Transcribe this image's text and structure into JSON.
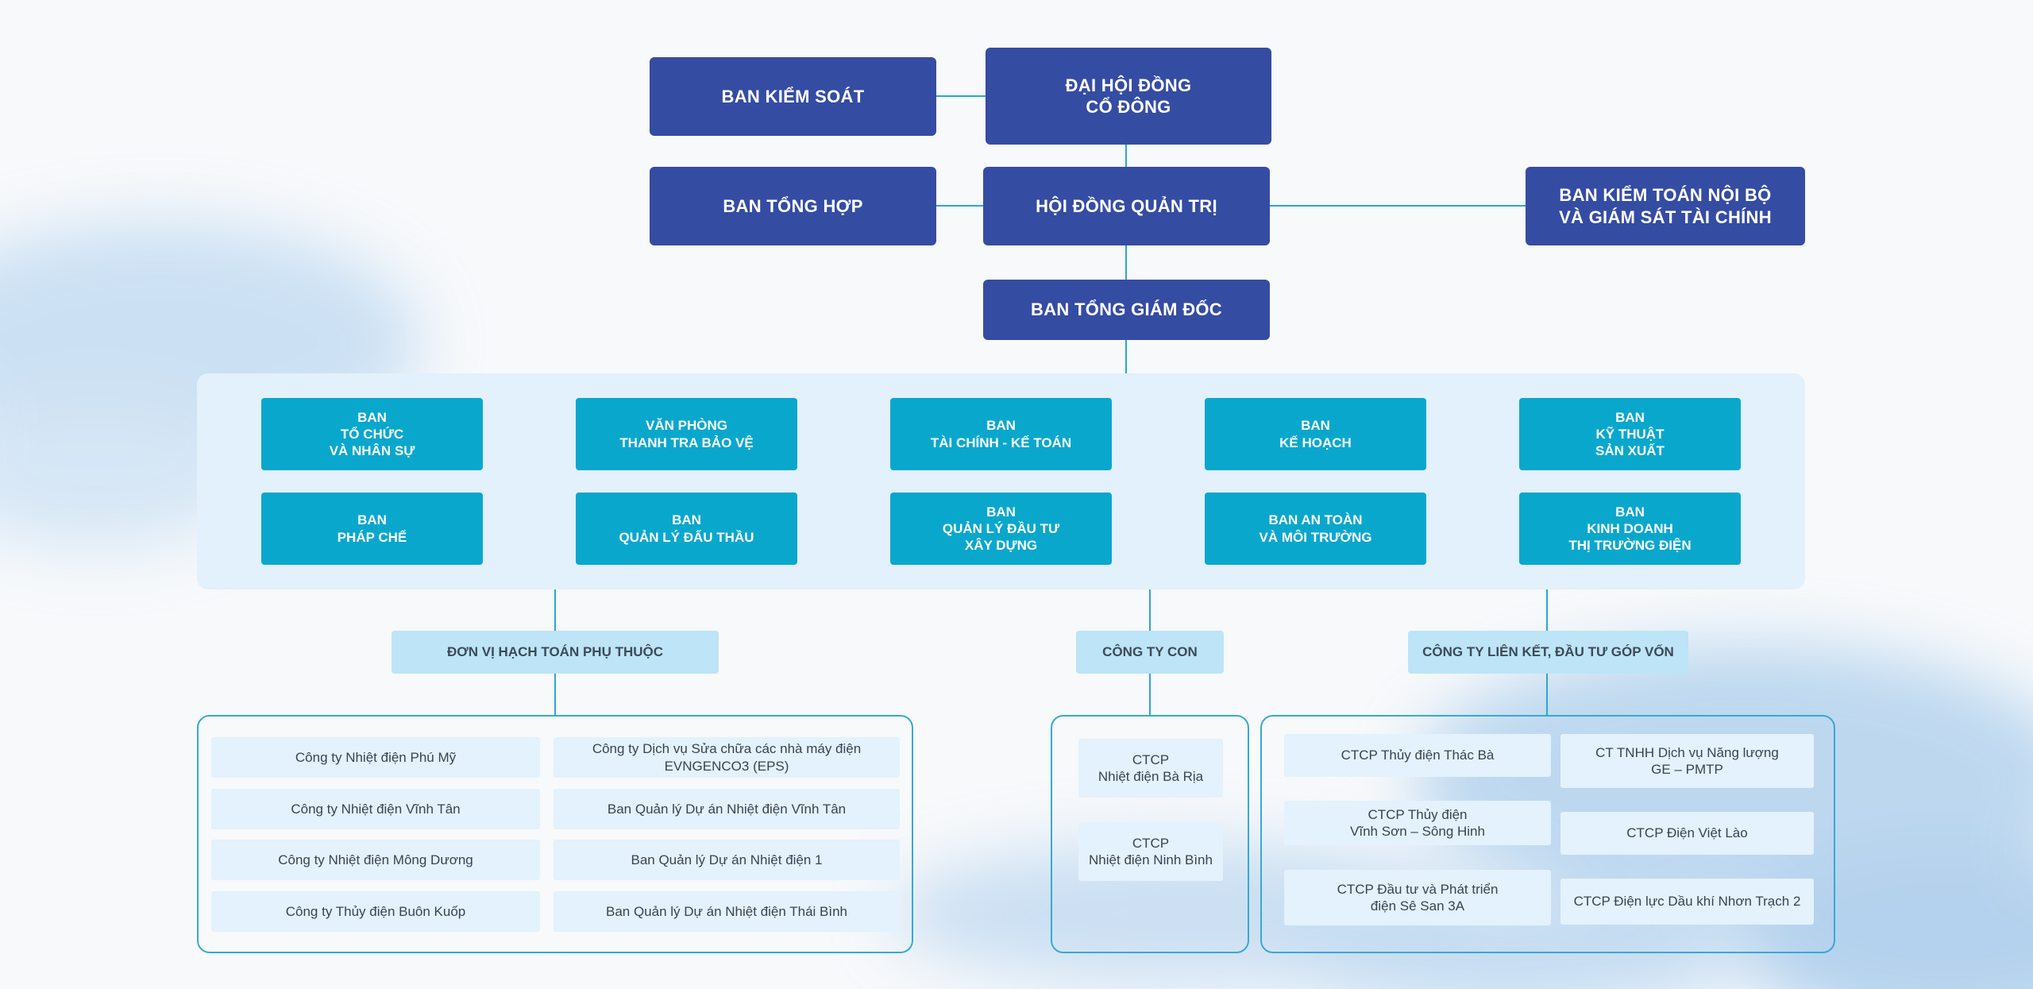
{
  "colors": {
    "leadership": "#354ca3",
    "department": "#0aa7cd",
    "category": "#bde4f7",
    "unit": "#e3f2fc",
    "connector": "#2aa7d4",
    "panel": "#e2f1fb"
  },
  "leadership": {
    "shareholders": "ĐẠI HỘI ĐỒNG\nCỔ ĐÔNG",
    "supervisory": "BAN KIỂM SOÁT",
    "board": "HỘI ĐỒNG QUẢN TRỊ",
    "general_affairs": "BAN TỔNG HỢP",
    "internal_audit": "BAN KIỂM TOÁN NỘI BỘ\nVÀ GIÁM SÁT TÀI CHÍNH",
    "general_director": "BAN TỔNG GIÁM ĐỐC"
  },
  "departments": [
    "BAN\nTỔ CHỨC\nVÀ NHÂN SỰ",
    "VĂN PHÒNG\nTHANH TRA BẢO VỆ",
    "BAN\nTÀI CHÍNH - KẾ TOÁN",
    "BAN\nKẾ HOẠCH",
    "BAN\nKỸ THUẬT\nSẢN XUẤT",
    "BAN\nPHÁP CHẾ",
    "BAN\nQUẢN LÝ ĐẤU THẦU",
    "BAN\nQUẢN LÝ ĐẦU TƯ\nXÂY DỰNG",
    "BAN AN TOÀN\nVÀ MÔI TRƯỜNG",
    "BAN\nKINH DOANH\nTHỊ TRƯỜNG ĐIỆN"
  ],
  "categories": {
    "dependent_units": "ĐƠN VỊ HẠCH TOÁN PHỤ THUỘC",
    "subsidiaries": "CÔNG TY CON",
    "associates": "CÔNG TY LIÊN KẾT, ĐẦU TƯ GÓP VỐN"
  },
  "dependent_units": [
    "Công ty Nhiệt điện Phú Mỹ",
    "Công ty Nhiệt điện Vĩnh Tân",
    "Công ty Nhiệt điện Mông Dương",
    "Công ty Thủy điện Buôn Kuốp",
    "Công ty Dịch vụ Sửa chữa các nhà máy điện\nEVNGENCO3 (EPS)",
    "Ban Quản lý Dự án Nhiệt điện Vĩnh Tân",
    "Ban Quản lý Dự án Nhiệt điện 1",
    "Ban Quản lý Dự án Nhiệt điện Thái Bình"
  ],
  "subsidiaries": [
    "CTCP\nNhiệt điện Bà Rịa",
    "CTCP\nNhiệt điện Ninh Bình"
  ],
  "associates": [
    "CTCP Thủy điện Thác Bà",
    "CTCP Thủy điện\nVĩnh Sơn – Sông Hinh",
    "CTCP Đầu tư và Phát triển\nđiện Sê San 3A",
    "CT TNHH Dịch vụ Năng lượng\nGE – PMTP",
    "CTCP Điện Việt Lào",
    "CTCP Điện lực Dầu khí Nhơn Trạch 2"
  ]
}
